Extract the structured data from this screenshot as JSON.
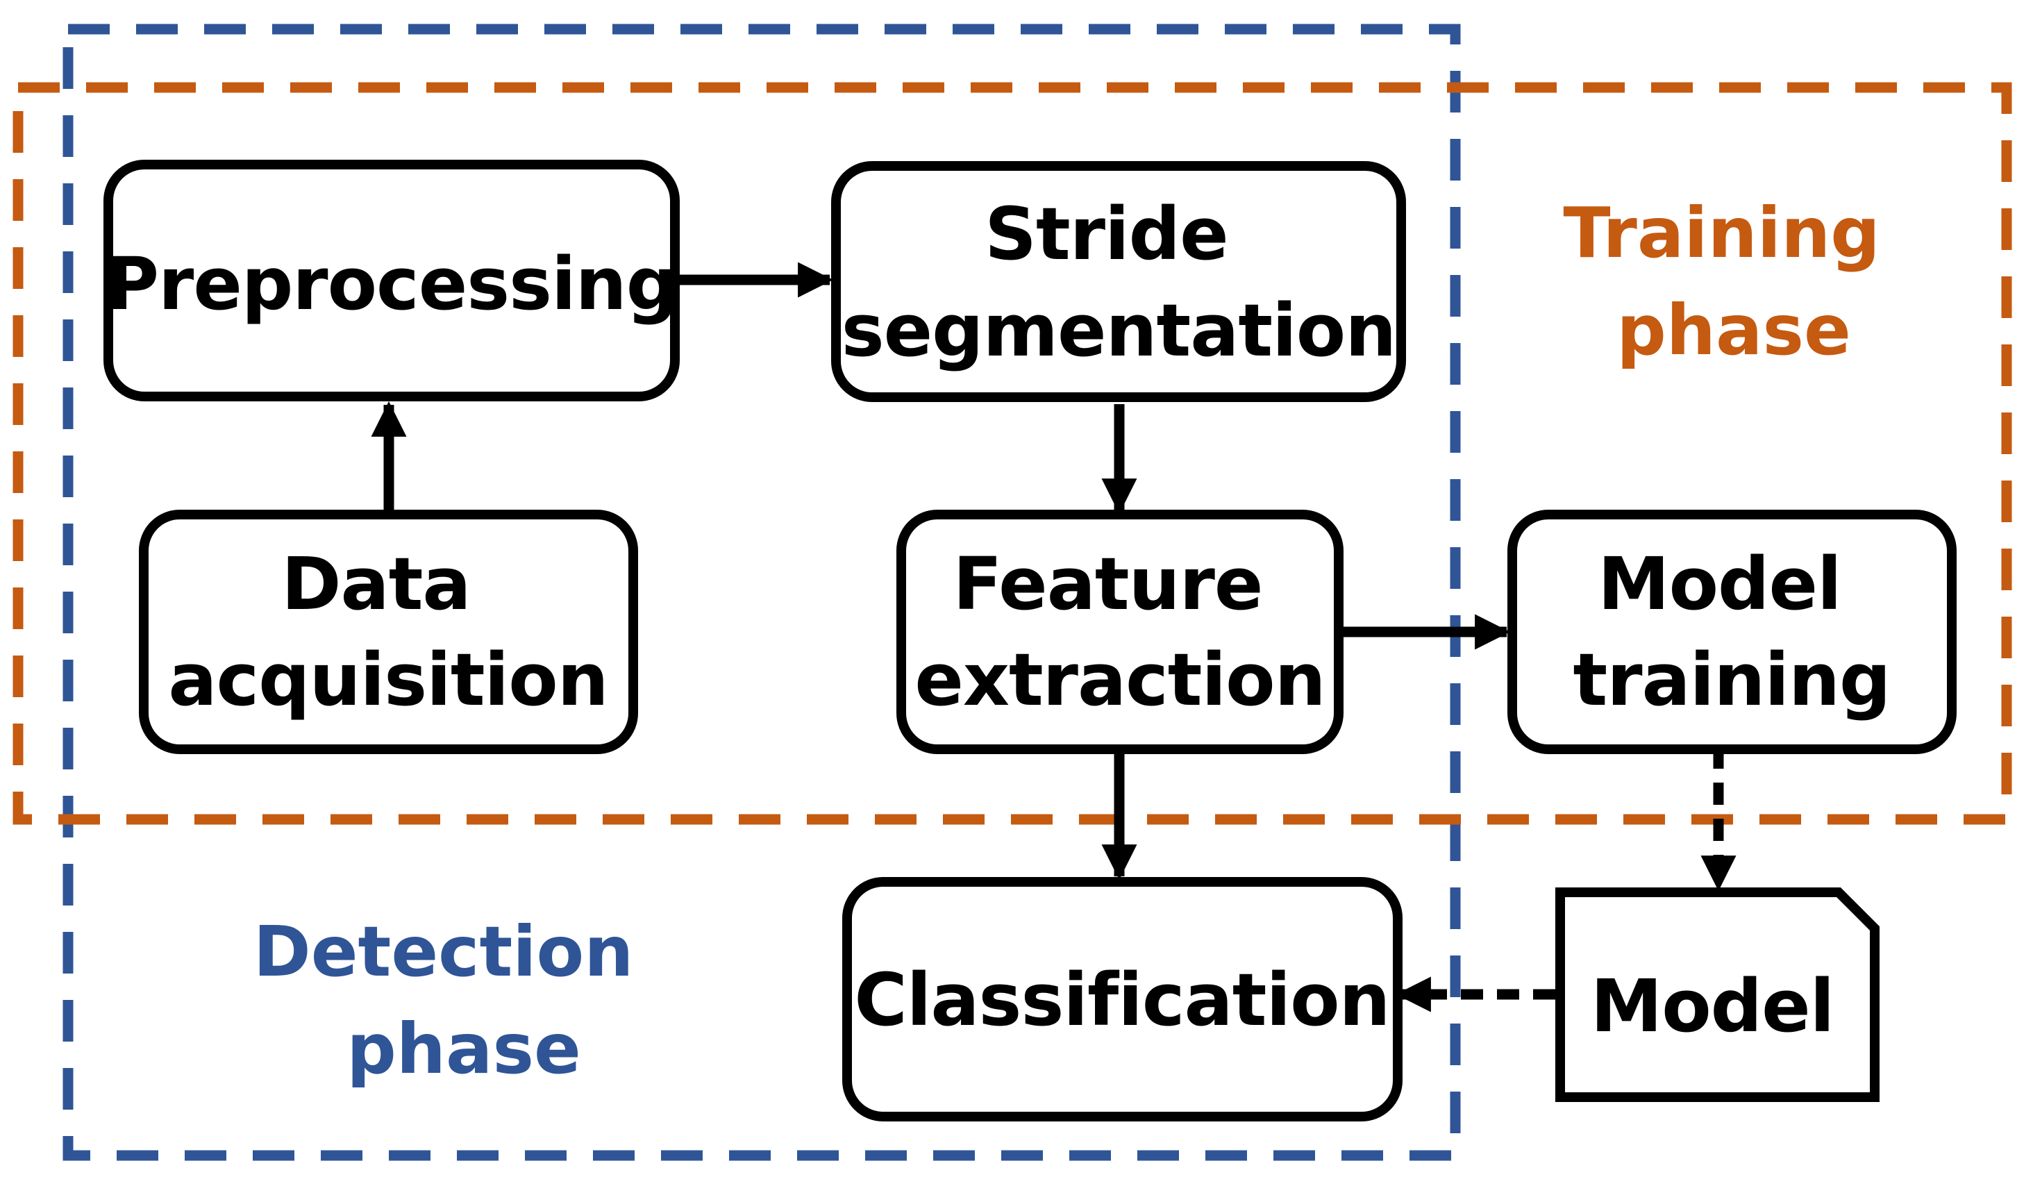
{
  "colors": {
    "training": "#C55A11",
    "detection": "#2F5597",
    "ink": "#000000",
    "background": "#FFFFFF"
  },
  "regions": {
    "training": {
      "label_line1": "Training",
      "label_line2": "phase"
    },
    "detection": {
      "label_line1": "Detection",
      "label_line2": "phase"
    }
  },
  "nodes": {
    "preprocessing": {
      "line1": "Preprocessing"
    },
    "stride_segmentation": {
      "line1": "Stride",
      "line2": "segmentation"
    },
    "data_acquisition": {
      "line1": "Data",
      "line2": "acquisition"
    },
    "feature_extraction": {
      "line1": "Feature",
      "line2": "extraction"
    },
    "model_training": {
      "line1": "Model",
      "line2": "training"
    },
    "classification": {
      "line1": "Classification"
    },
    "model": {
      "line1": "Model"
    }
  },
  "edges": [
    {
      "from": "data_acquisition",
      "to": "preprocessing",
      "style": "solid"
    },
    {
      "from": "preprocessing",
      "to": "stride_segmentation",
      "style": "solid"
    },
    {
      "from": "stride_segmentation",
      "to": "feature_extraction",
      "style": "solid"
    },
    {
      "from": "feature_extraction",
      "to": "model_training",
      "style": "solid"
    },
    {
      "from": "feature_extraction",
      "to": "classification",
      "style": "solid"
    },
    {
      "from": "model_training",
      "to": "model",
      "style": "dashed"
    },
    {
      "from": "model",
      "to": "classification",
      "style": "dashed"
    }
  ]
}
